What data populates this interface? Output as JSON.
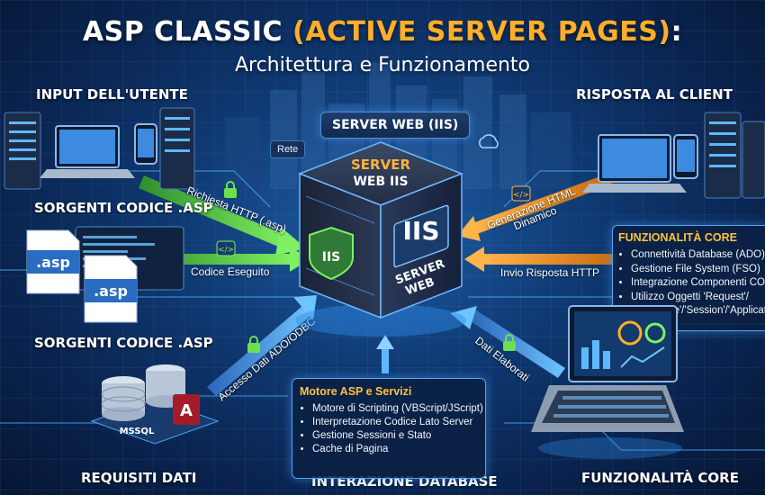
{
  "title": {
    "part1": "ASP CLASSIC ",
    "part2": "(ACTIVE SERVER PAGES)",
    "part3": ":",
    "subtitle": "Architettura e Funzionamento"
  },
  "labels": {
    "input_utente": "INPUT DELL'UTENTE",
    "risposta_client": "RISPOSTA AL CLIENT",
    "server_web_iis": "SERVER WEB (IIS)",
    "sorgenti_1": "SORGENTI CODICE .ASP",
    "sorgenti_2": "SORGENTI CODICE .ASP",
    "requisiti_dati": "REQUISITI DATI",
    "interazione_db": "INTERAZIONE DATABASE",
    "funzionalita_core_bottom": "FUNZIONALITÀ CORE",
    "rete": "Rete",
    "mssql": "MSSQL",
    "asp_file": ".asp"
  },
  "server": {
    "top_line1": "SERVER",
    "top_line2": "WEB IIS",
    "iis": "IIS",
    "side_line1": "SERVER",
    "side_line2": "WEB",
    "shield": "IIS"
  },
  "arrows": {
    "richiesta_http": "Richiesta HTTP (.asp)",
    "codice_eseguito": "Codice Eseguito",
    "accesso_dati": "Accesso Dati ADO/ODBC",
    "generazione_html_1": "Generazione HTML",
    "generazione_html_2": "Dinamico",
    "invio_risposta": "Invio Risposta HTTP",
    "dati_elaborati": "Dati Elaborati"
  },
  "motore_panel": {
    "heading": "Motore ASP e Servizi",
    "items": [
      "Motore di Scripting (VBScript/JScript)",
      "Interpretazione Codice Lato Server",
      "Gestione Sessioni e Stato",
      "Cache di Pagina"
    ]
  },
  "core_panel": {
    "heading": "FUNZIONALITÀ CORE",
    "items": [
      "Connettività Database (ADO)",
      "Gestione File System (FSO)",
      "Integrazione Componenti COM",
      "Utilizzo Oggetti 'Request'/",
      "'Response'/'Session'/'Application'"
    ]
  },
  "colors": {
    "orange": "#ffae2a",
    "green_arrow": "#5fd24a",
    "orange_arrow": "#ff9a24",
    "blue_glow": "#54a5f0"
  },
  "icons": [
    "laptop-icon",
    "phone-icon",
    "server-rack-icon",
    "lock-icon",
    "code-icon",
    "cloud-icon",
    "database-icon",
    "shield-icon",
    "file-asp-icon",
    "dashboard-laptop-icon"
  ]
}
